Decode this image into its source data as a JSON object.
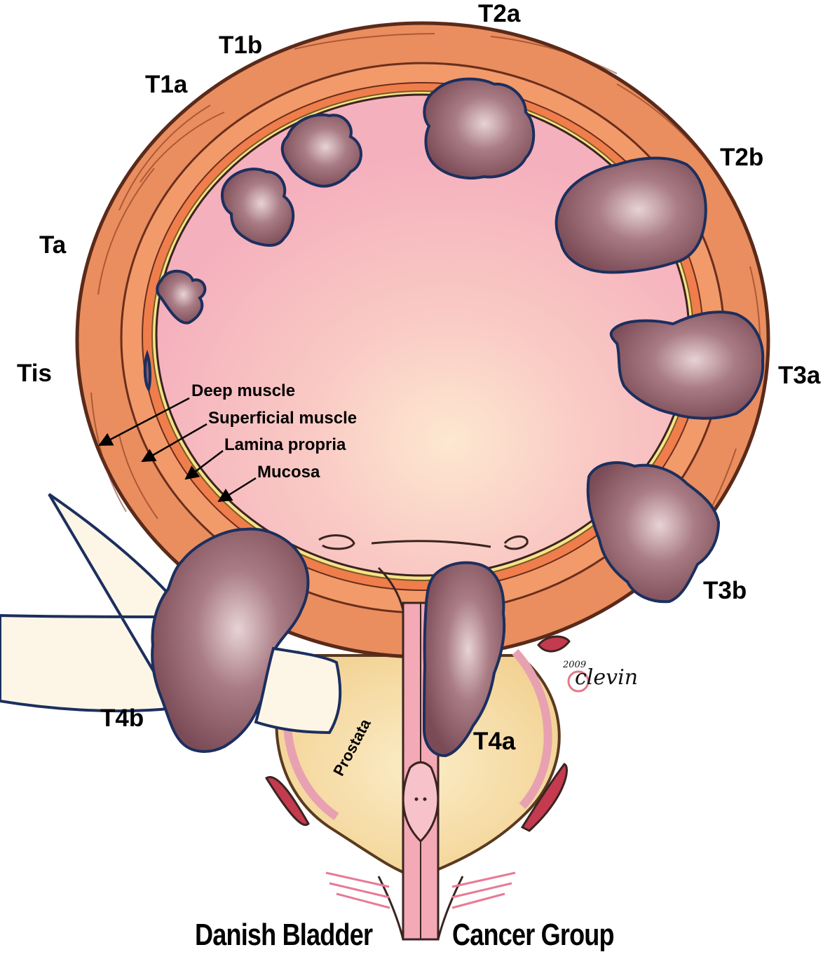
{
  "stage_labels": {
    "t2a": "T2a",
    "t1b": "T1b",
    "t1a": "T1a",
    "t2b": "T2b",
    "ta": "Ta",
    "tis": "Tis",
    "t3a": "T3a",
    "t3b": "T3b",
    "t4b": "T4b",
    "t4a": "T4a"
  },
  "layer_labels": {
    "deep_muscle": "Deep muscle",
    "superficial_muscle": "Superficial muscle",
    "lamina_propria": "Lamina propria",
    "mucosa": "Mucosa"
  },
  "organ_labels": {
    "prostata": "Prostata"
  },
  "signature": {
    "year": "2009",
    "name": "clevin"
  },
  "footer": {
    "left": "Danish Bladder",
    "right": "Cancer Group"
  },
  "colors": {
    "bladder_wall": "#e98a5c",
    "lumen": "#f6b5c0",
    "tumor": "#8a5a64",
    "tumor_outline": "#1c2f5e",
    "prostate": "#f6dfa8",
    "urethra": "#f3a9b6"
  }
}
